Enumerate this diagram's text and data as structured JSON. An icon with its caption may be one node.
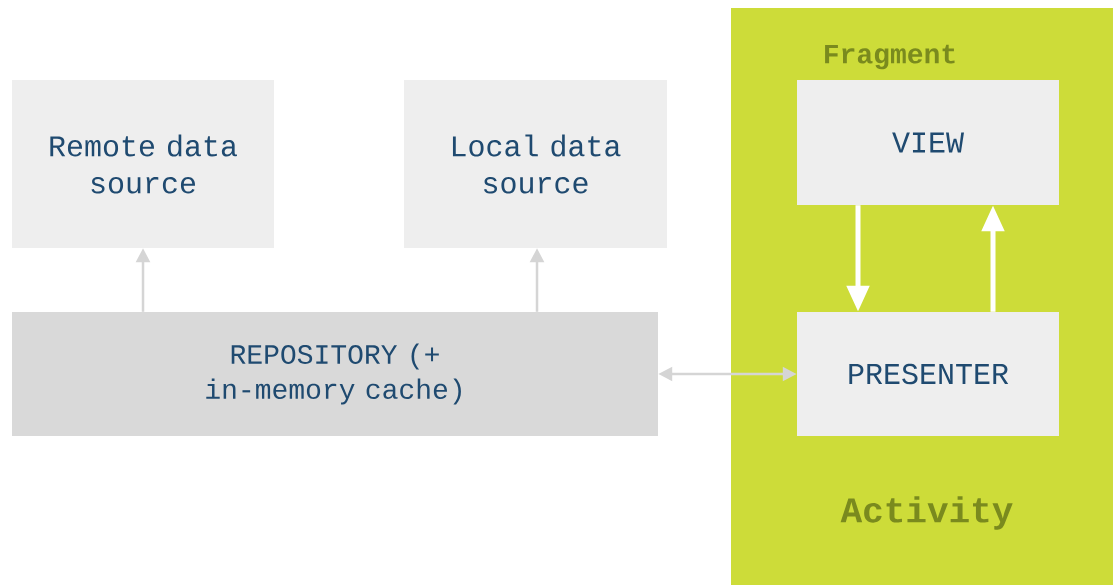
{
  "diagram": {
    "nodes": [
      {
        "text": [
          "Fragment",
          "Activity"
        ]
      },
      {
        "text": [
          "Remote data source"
        ]
      },
      {
        "text": [
          "Local data source"
        ]
      },
      {
        "text": [
          "REPOSITORY (+ in-memory cache)"
        ]
      },
      {
        "text": [
          "VIEW"
        ],
        "in": 0
      },
      {
        "text": [
          "PRESENTER"
        ],
        "in": 0
      }
    ],
    "edges": [
      {
        "from": 3,
        "to": 1,
        "arrow": "to"
      },
      {
        "from": 3,
        "to": 2,
        "arrow": "to"
      },
      {
        "from": 3,
        "to": 5,
        "arrow": "both"
      },
      {
        "from": 4,
        "to": 5,
        "arrow": "to",
        "style": "thick",
        "color": "#ffffff"
      },
      {
        "from": 5,
        "to": 4,
        "arrow": "to",
        "style": "thick",
        "color": "#ffffff"
      }
    ]
  }
}
